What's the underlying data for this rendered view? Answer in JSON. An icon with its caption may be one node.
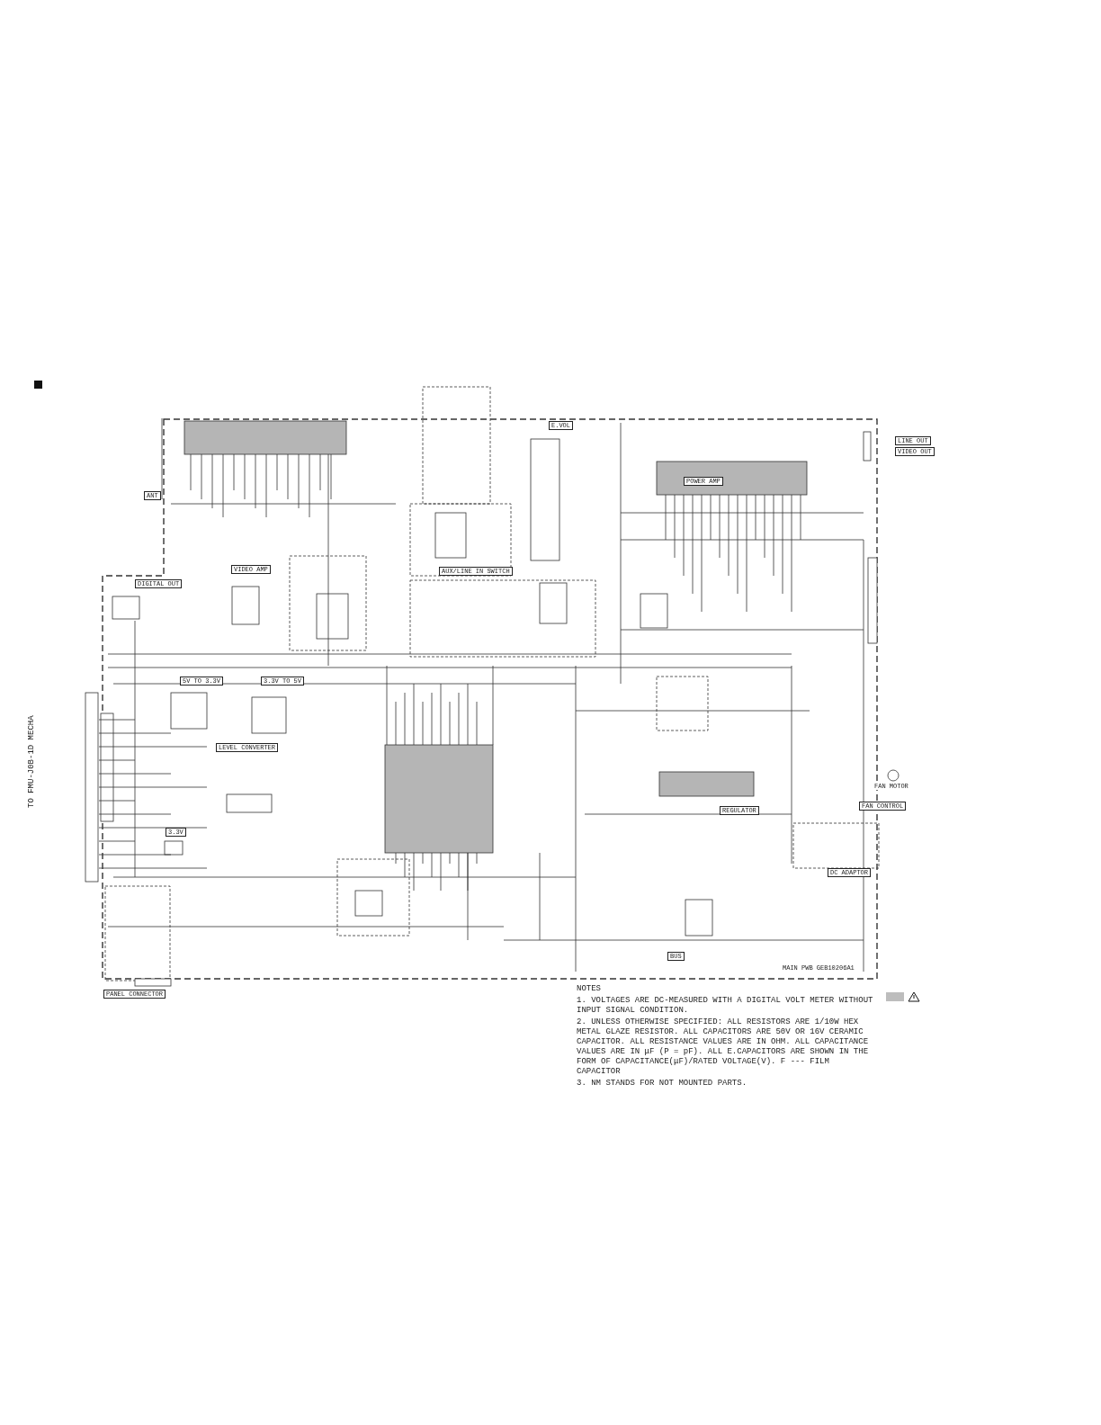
{
  "diagram": {
    "labels": [
      "ANT",
      "DIGITAL OUT",
      "VIDEO AMP",
      "AUX/LINE IN SWITCH",
      "POWER AMP",
      "LINE OUT",
      "VIDEO OUT",
      "E.VOL",
      "5V TO 3.3V",
      "3.3V TO 5V",
      "LEVEL CONVERTER",
      "3.3V",
      "REGULATOR",
      "FAN CONTROL",
      "DC ADAPTOR",
      "BUS",
      "MAIN PWB GEB10206A1",
      "TO FMU-J0B-1D MECHA",
      "FAN MOTOR",
      "PANEL CONNECTOR",
      "NOTES",
      "1. VOLTAGES ARE DC-MEASURED WITH A DIGITAL VOLT METER WITHOUT INPUT SIGNAL CONDITION.",
      "2. UNLESS OTHERWISE SPECIFIED: ALL RESISTORS ARE 1/10W HEX METAL GLAZE RESISTOR. ALL CAPACITORS ARE 50V OR 16V CERAMIC CAPACITOR. ALL RESISTANCE VALUES ARE IN OHM. ALL CAPACITANCE VALUES ARE IN μF (P = pF). ALL E.CAPACITORS ARE SHOWN IN THE FORM OF CAPACITANCE(μF)/RATED VOLTAGE(V). F --- FILM CAPACITOR",
      "3. NM STANDS FOR NOT MOUNTED PARTS."
    ]
  }
}
